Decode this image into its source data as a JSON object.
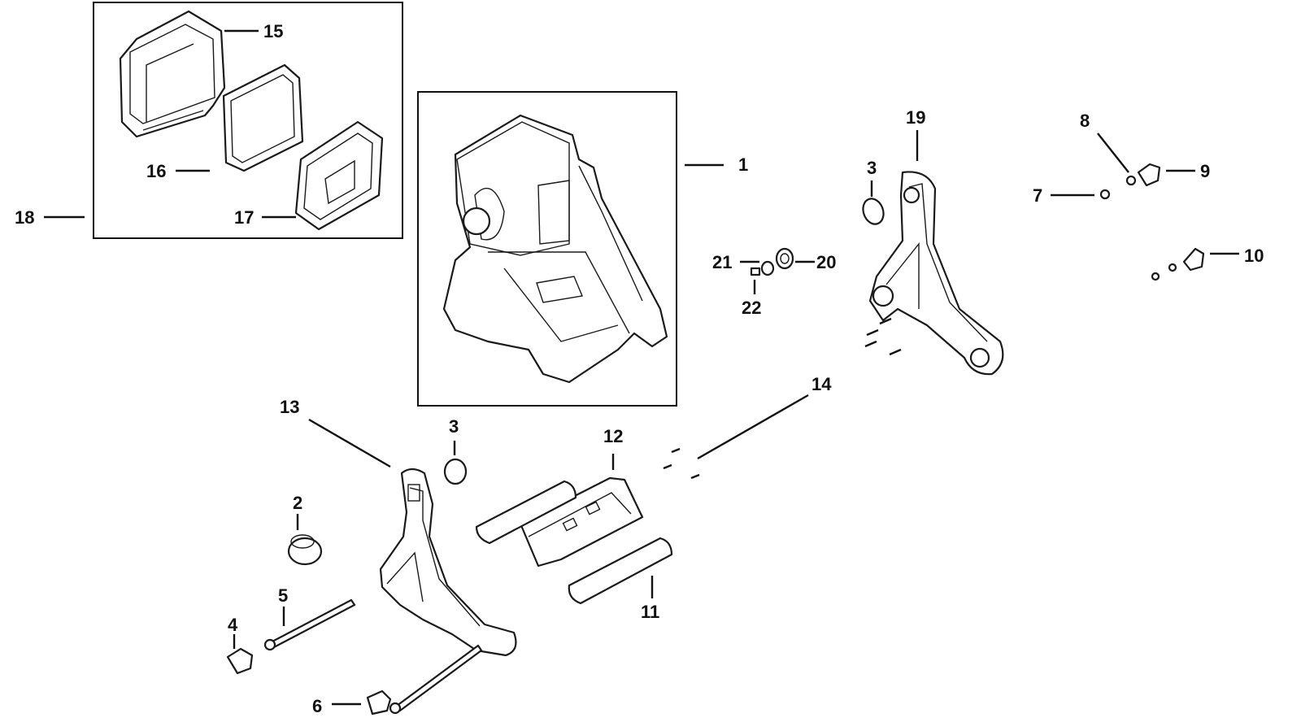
{
  "diagram": {
    "callouts": {
      "c1": "1",
      "c2": "2",
      "c3a": "3",
      "c3b": "3",
      "c4": "4",
      "c5": "5",
      "c6": "6",
      "c7": "7",
      "c8": "8",
      "c9": "9",
      "c10": "10",
      "c11": "11",
      "c12": "12",
      "c13": "13",
      "c14": "14",
      "c15": "15",
      "c16": "16",
      "c17": "17",
      "c18": "18",
      "c19": "19",
      "c20": "20",
      "c21": "21",
      "c22": "22"
    }
  }
}
